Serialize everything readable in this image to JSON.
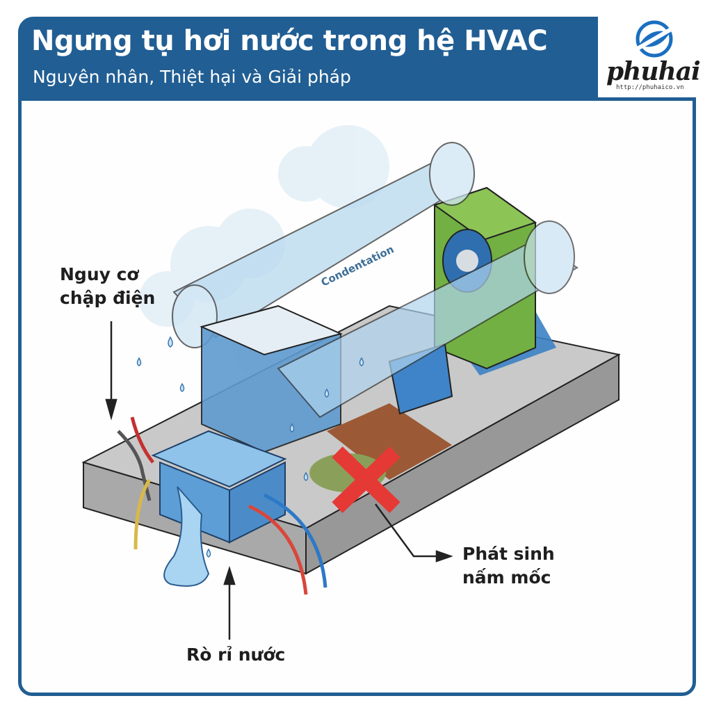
{
  "header": {
    "title": "Ngưng tụ hơi nước trong hệ HVAC",
    "subtitle": "Nguyên nhân, Thiệt hại và Giải pháp",
    "brand_color": "#215e93"
  },
  "logo": {
    "icon": "phuhai-swirl-icon",
    "wordmark": "phuhai",
    "url": "http://phuhaico.vn",
    "accent": "#1a6fc0"
  },
  "illustration": {
    "duct_label": "Condentation"
  },
  "callouts": {
    "electric_line1": "Nguy cơ",
    "electric_line2": "chập điện",
    "mold_line1": "Phát sinh",
    "mold_line2": "nấm mốc",
    "leak": "Rò rỉ nước"
  }
}
